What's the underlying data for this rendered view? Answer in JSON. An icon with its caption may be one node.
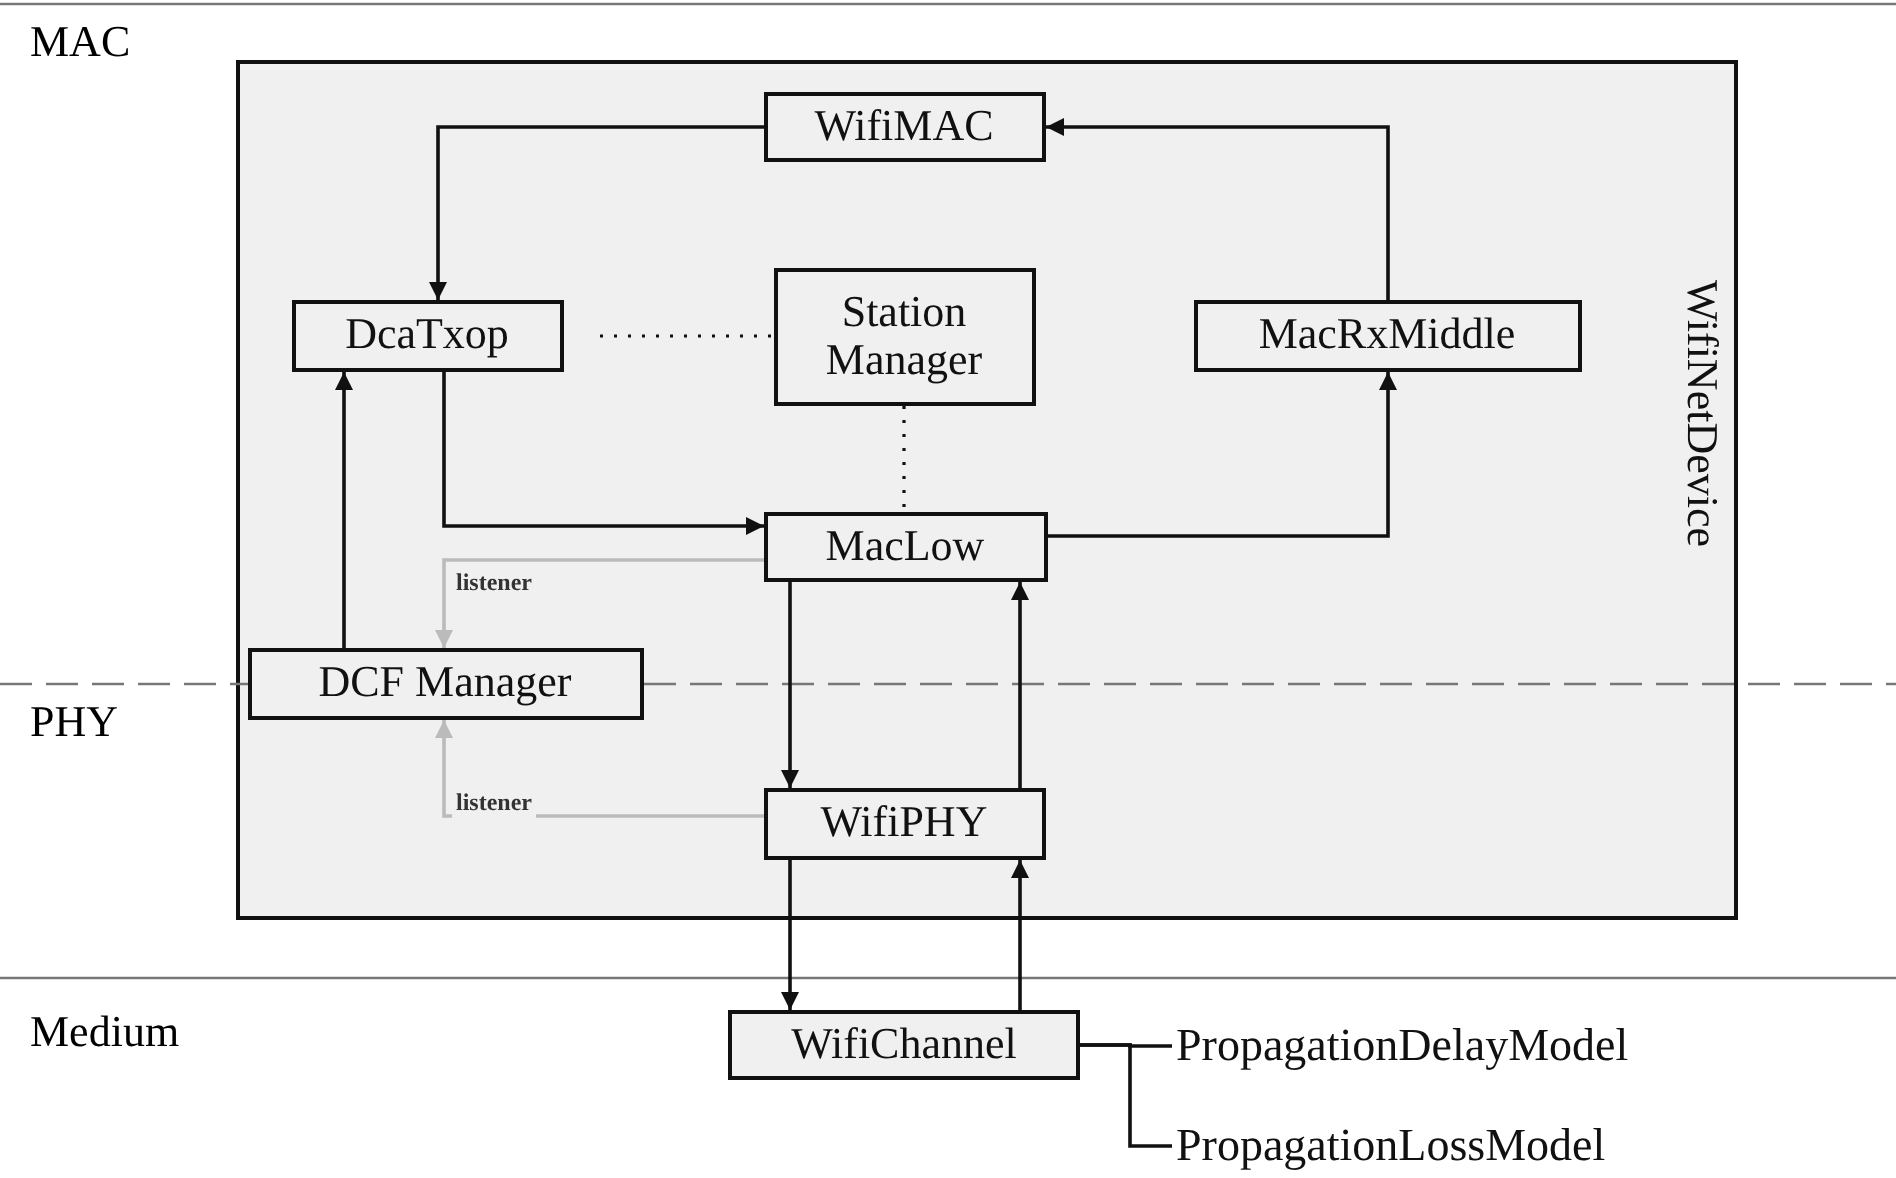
{
  "diagram": {
    "nodes": [
      {
        "text": [
          "WifiNetDevice"
        ]
      },
      {
        "text": [
          "WifiMAC"
        ],
        "in": 0
      },
      {
        "text": [
          "DcaTxop"
        ],
        "in": 0
      },
      {
        "text": [
          "Station Manager"
        ],
        "in": 0
      },
      {
        "text": [
          "MacRxMiddle"
        ],
        "in": 0
      },
      {
        "text": [
          "MacLow"
        ],
        "in": 0
      },
      {
        "text": [
          "DCF Manager"
        ],
        "in": 0
      },
      {
        "text": [
          "WifiPHY"
        ],
        "in": 0
      },
      {
        "text": [
          "WifiChannel"
        ]
      },
      {
        "text": [
          "PropagationDelayModel"
        ]
      },
      {
        "text": [
          "PropagationLossModel"
        ]
      }
    ],
    "edges": [
      {
        "from": 1,
        "to": 2,
        "arrow": "to"
      },
      {
        "from": 4,
        "to": 1,
        "arrow": "to"
      },
      {
        "from": 2,
        "to": 3,
        "arrow": "none",
        "style": "dashed"
      },
      {
        "from": 3,
        "to": 5,
        "arrow": "none",
        "style": "dashed"
      },
      {
        "from": 2,
        "to": 5,
        "arrow": "to"
      },
      {
        "from": 5,
        "to": 4,
        "arrow": "to"
      },
      {
        "from": 6,
        "to": 2,
        "arrow": "to"
      },
      {
        "from": 5,
        "to": 6,
        "arrow": "to",
        "label": "listener",
        "color": "#bbbbbb"
      },
      {
        "from": 7,
        "to": 6,
        "arrow": "to",
        "label": "listener",
        "color": "#bbbbbb"
      },
      {
        "from": 5,
        "to": 7,
        "arrow": "to"
      },
      {
        "from": 7,
        "to": 5,
        "arrow": "to"
      },
      {
        "from": 7,
        "to": 8,
        "arrow": "to"
      },
      {
        "from": 8,
        "to": 7,
        "arrow": "to"
      },
      {
        "from": 8,
        "to": 9,
        "arrow": "none"
      },
      {
        "from": 8,
        "to": 10,
        "arrow": "none"
      }
    ],
    "labels": [
      "MAC",
      "PHY",
      "Medium"
    ]
  }
}
